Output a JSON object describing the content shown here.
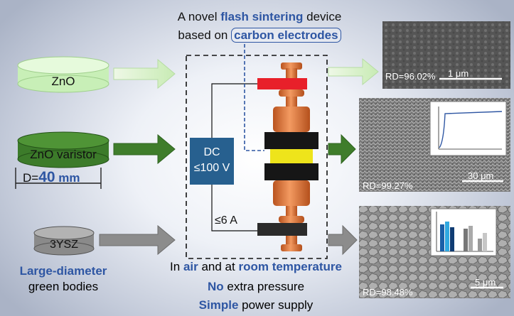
{
  "title": {
    "line1_plain": "A novel ",
    "line1_highlight": "flash sintering",
    "line1_tail": " device",
    "line2_plain": "based on ",
    "line2_highlight": "carbon electrodes"
  },
  "samples": [
    {
      "label": "ZnO",
      "color": "#cdf0c0"
    },
    {
      "label": "ZnO varistor",
      "color": "#3e7d2a"
    },
    {
      "label": "3YSZ",
      "color": "#9a9a9a"
    }
  ],
  "diameter": {
    "prefix": "D=",
    "value": "40",
    "unit": " mm"
  },
  "left_caption": {
    "line1": "Large-diameter",
    "line2": "green bodies"
  },
  "power_supply": {
    "line1": "DC",
    "line2": "≤100 V",
    "current": "≤6 A"
  },
  "conditions": {
    "l1_a": "In ",
    "l1_b": "air",
    "l1_c": " and at ",
    "l1_d": "room temperature",
    "l2_a": "No",
    "l2_b": " extra pressure",
    "l3_a": "Simple",
    "l3_b": " power supply"
  },
  "micrographs": [
    {
      "rd": "RD=96.02%",
      "scale": "1 μm"
    },
    {
      "rd": "RD=99.27%",
      "scale": "30 μm"
    },
    {
      "rd": "RD=98.48%",
      "scale": "5 μm"
    }
  ],
  "colors": {
    "accent": "#2e56a3",
    "electrode": "#e2733a",
    "dc": "#27608f",
    "hot": "#e8202a",
    "spacer": "#f2ef1b"
  }
}
